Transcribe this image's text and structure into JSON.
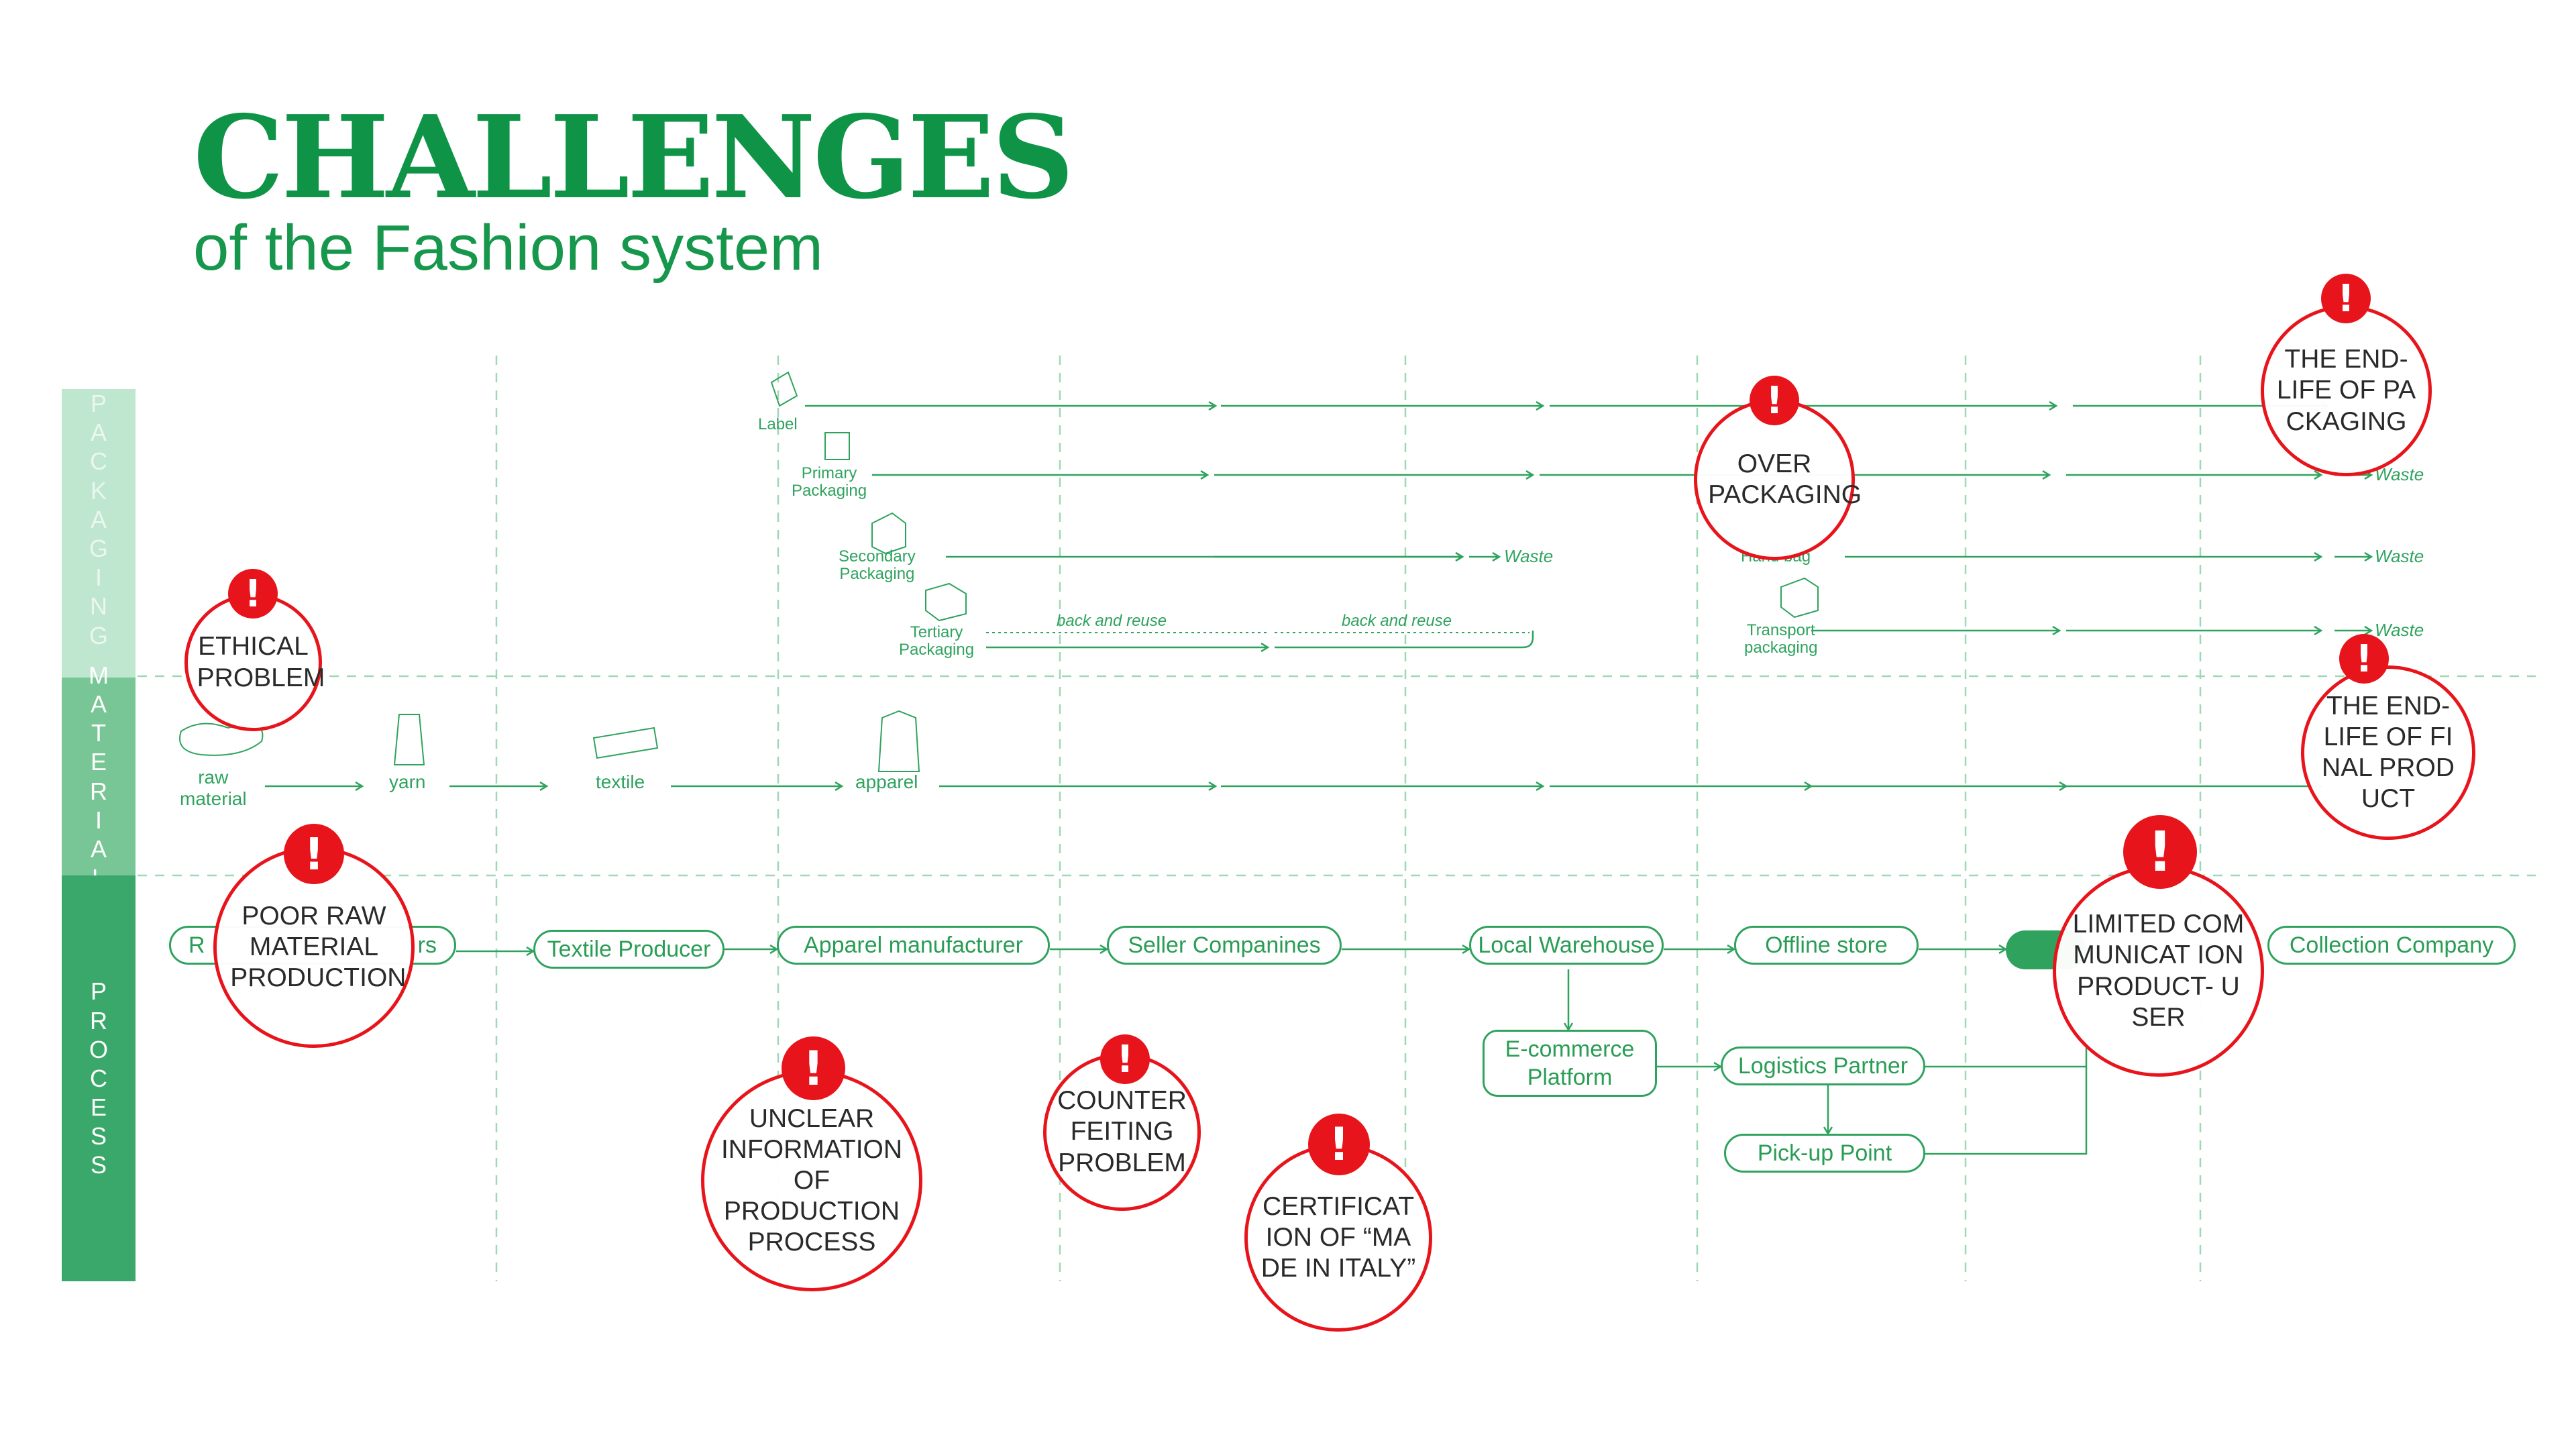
{
  "title": "CHALLENGES",
  "subtitle": "of the Fashion system",
  "bands": {
    "packaging": [
      "P",
      "A",
      "C",
      "K",
      "A",
      "G",
      "I",
      "N",
      "G"
    ],
    "material": [
      "M",
      "A",
      "T",
      "E",
      "R",
      "I",
      "A",
      "L"
    ],
    "process": [
      "P",
      "R",
      "O",
      "C",
      "E",
      "S",
      "S"
    ]
  },
  "packaging": {
    "label": "Label",
    "primary": "Primary\nPackaging",
    "secondary": "Secondary\nPackaging",
    "tertiary": "Tertiary\nPackaging",
    "hand_bag": "Hand bag",
    "transport": "Transport\npackaging",
    "waste": "Waste",
    "back_and_reuse": "back and reuse"
  },
  "materials": {
    "raw": "raw\nmaterial",
    "yarn": "yarn",
    "textile": "textile",
    "apparel": "apparel"
  },
  "process": {
    "raw_partial": "R",
    "suppliers_partial": "rs",
    "textile_producer": "Textile Producer",
    "apparel_manufacturer": "Apparel manufacturer",
    "seller_companies": "Seller Companines",
    "local_warehouse": "Local Warehouse",
    "offline_store": "Offline store",
    "collection_company": "Collection Company",
    "ecommerce": "E-commerce\nPlatform",
    "logistics": "Logistics Partner",
    "pickup": "Pick-up Point"
  },
  "challenges": {
    "ethical": "ETHICAL PROBLEM",
    "poor_raw": "POOR RAW MATERIAL PRODUCTION",
    "unclear": "UNCLEAR INFORMATION OF PRODUCTION PROCESS",
    "counterfeiting": "COUNTER FEITING PROBLEM",
    "made_in_italy": "CERTIFICAT ION OF “MADE IN ITALY”",
    "over_packaging": "OVER PACKAGING",
    "limited_comm": "LIMITED COMMUNICAT ION PRODUCT- USER",
    "end_packaging": "THE END- LIFE OF PACKAGING",
    "end_product": "THE END- LIFE OF FINAL PRODUCT",
    "alert_symbol": "!"
  },
  "colors": {
    "green": "#2fa35e",
    "title_green": "#0f9447",
    "alert_red": "#e8141b"
  }
}
